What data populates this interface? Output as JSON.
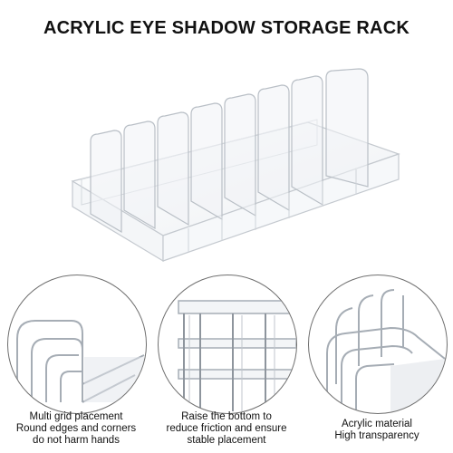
{
  "title": "ACRYLIC EYE SHADOW STORAGE RACK",
  "product_image": {
    "icon": "acrylic-rack-image",
    "slots": 7
  },
  "features": [
    {
      "icon": "grid-detail-image",
      "lines": [
        "Multi grid placement",
        "Round edges and corners",
        "do not harm hands"
      ]
    },
    {
      "icon": "raised-bottom-image",
      "lines": [
        "Raise the bottom to",
        "reduce friction and ensure",
        "stable placement"
      ]
    },
    {
      "icon": "transparency-image",
      "lines": [
        "Acrylic material",
        "High transparency"
      ]
    }
  ],
  "colors": {
    "acrylic_edge": "#c9ced4",
    "acrylic_shadow": "#9aa1a8",
    "circle_border": "#6f6f6f"
  }
}
